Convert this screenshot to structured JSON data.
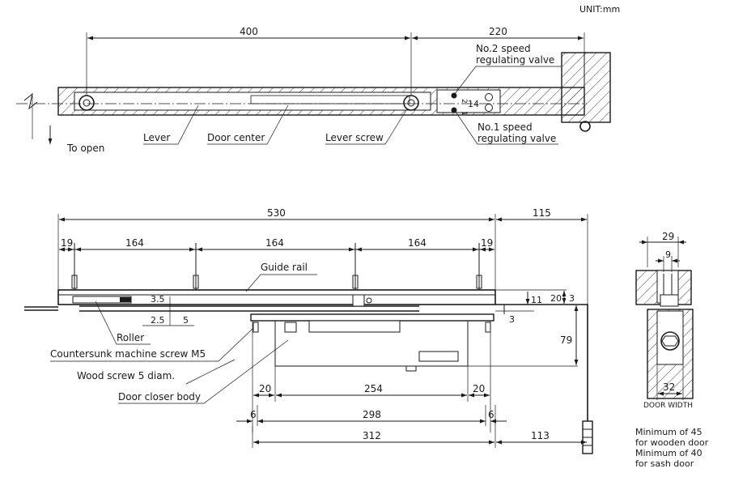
{
  "unit_label": "UNIT:mm",
  "top_view": {
    "dim_400": "400",
    "dim_220": "220",
    "no2_line1": "No.2 speed",
    "no2_line2": "regulating valve",
    "no1_line1": "No.1 speed",
    "no1_line2": "regulating valve",
    "valve_mark_2": "2",
    "valve_mark_1": "1",
    "dim_14": "14",
    "lever_label": "Lever",
    "door_center_label": "Door center",
    "lever_screw_label": "Lever screw",
    "to_open_label": "To open"
  },
  "front_view": {
    "dim_530": "530",
    "dim_115": "115",
    "dim_19_left": "19",
    "dim_164_a": "164",
    "dim_164_b": "164",
    "dim_164_c": "164",
    "dim_19_right": "19",
    "guide_rail_label": "Guide rail",
    "dim_3_5": "3.5",
    "dim_2_5": "2.5",
    "dim_5": "5",
    "dim_11": "11",
    "dim_20_side": "20",
    "dim_3_side": "3",
    "dim_3_lower": "3",
    "dim_79": "79",
    "roller_label": "Roller",
    "countersunk_label": "Countersunk machine screw M5",
    "wood_screw_label": "Wood screw 5 diam.",
    "door_closer_body_label": "Door closer body",
    "dim_20_left": "20",
    "dim_254": "254",
    "dim_20_right": "20",
    "dim_6_left": "6",
    "dim_298": "298",
    "dim_6_right": "6",
    "dim_312": "312",
    "dim_113": "113"
  },
  "side_view": {
    "dim_29": "29",
    "dim_9": "9",
    "dim_32": "32",
    "door_width_label": "DOOR WIDTH",
    "note_line1": "Minimum of 45",
    "note_line2": "for wooden door",
    "note_line3": "Minimum of 40",
    "note_line4": "for sash door"
  }
}
